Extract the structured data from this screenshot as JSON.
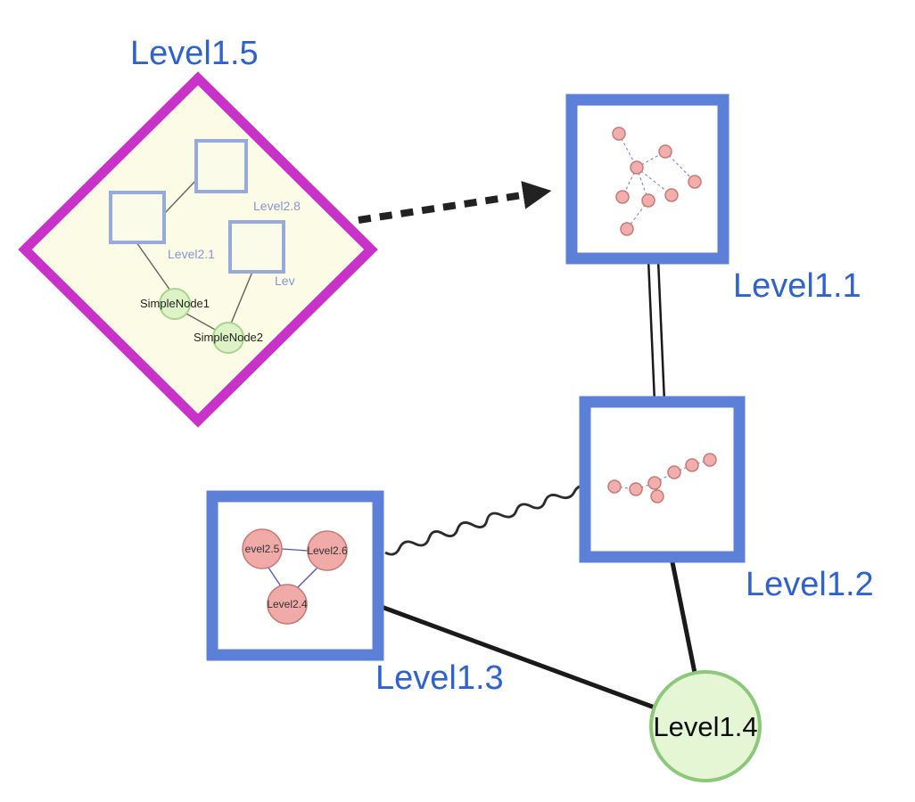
{
  "diagram": {
    "nodes": {
      "level1_5": {
        "label": "Level1.5",
        "type": "group-diamond"
      },
      "level1_1": {
        "label": "Level1.1",
        "type": "group-square"
      },
      "level1_2": {
        "label": "Level1.2",
        "type": "group-square"
      },
      "level1_3": {
        "label": "Level1.3",
        "type": "group-square"
      },
      "level1_4": {
        "label": "Level1.4",
        "type": "leaf-circle"
      },
      "level2_8": {
        "label": "Level2.8",
        "parent": "Level1.5"
      },
      "level2_1": {
        "label": "Level2.1",
        "parent": "Level1.5"
      },
      "level2_x": {
        "label": "Lev",
        "parent": "Level1.5"
      },
      "simple_node1": {
        "label": "SimpleNode1",
        "parent": "Level1.5"
      },
      "simple_node2": {
        "label": "SimpleNode2",
        "parent": "Level1.5"
      },
      "level2_5": {
        "label": "evel2.5",
        "parent": "Level1.3"
      },
      "level2_6": {
        "label": "Level2.6",
        "parent": "Level1.3"
      },
      "level2_4": {
        "label": "Level2.4",
        "parent": "Level1.3"
      }
    },
    "edges": [
      {
        "from": "Level1.5",
        "to": "Level1.1",
        "style": "thick-dashed-arrow"
      },
      {
        "from": "Level1.1",
        "to": "Level1.2",
        "style": "double-line"
      },
      {
        "from": "Level1.3",
        "to": "Level1.2",
        "style": "wavy"
      },
      {
        "from": "Level1.3",
        "to": "Level1.4",
        "style": "solid-thick"
      },
      {
        "from": "Level1.2",
        "to": "Level1.4",
        "style": "solid-thick"
      },
      {
        "from": "Level2.1",
        "to": "Level2.8",
        "style": "thin"
      },
      {
        "from": "Level2.1",
        "to": "SimpleNode1",
        "style": "thin"
      },
      {
        "from": "Lev",
        "to": "SimpleNode2",
        "style": "thin"
      },
      {
        "from": "SimpleNode1",
        "to": "SimpleNode2",
        "style": "thin"
      },
      {
        "from": "evel2.5",
        "to": "Level2.6",
        "style": "thin-blue"
      },
      {
        "from": "evel2.5",
        "to": "Level2.4",
        "style": "thin-blue"
      },
      {
        "from": "Level2.6",
        "to": "Level2.4",
        "style": "thin-blue"
      }
    ],
    "colors": {
      "label_blue": "#2e62cf",
      "group_border_magenta": "#c832c8",
      "group_fill_yellow": "#fcfce6",
      "group_border_blue": "#5c80d8",
      "inner_square_border": "#96aade",
      "leaf_green_fill": "#ddf2c6",
      "leaf_green_border": "#a6d68a",
      "big_leaf_fill": "#e4f6d4",
      "big_leaf_border": "#8cc87a",
      "small_node_pink_fill": "#f2aeac",
      "small_node_pink_border": "#c87a74",
      "edge_black": "#1a1a1a",
      "inner_edge_blue": "#5050c8",
      "inner_edge_dashed_blue": "#8888cc"
    }
  }
}
